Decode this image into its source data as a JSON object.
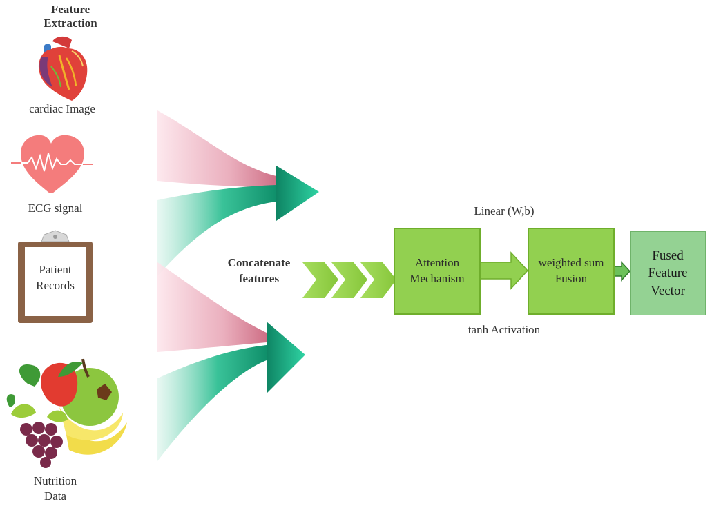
{
  "title": "Feature Extraction",
  "inputs": {
    "cardiac": "cardiac Image",
    "ecg": "ECG signal",
    "records": "Patient Records",
    "nutrition": "Nutrition Data"
  },
  "concat_label": "Concatenate features",
  "linear_label": "Linear (W,b)",
  "tanh_label": "tanh Activation",
  "attention_label": "Attention Mechanism",
  "fusion_label": "weighted sum Fusion",
  "output_label": "Fused Feature Vector",
  "colors": {
    "box_fill": "#92d050",
    "box_border": "#6fae2c",
    "output_fill": "#94d293",
    "arrow_teal": "#14a37c",
    "stream_pink": "#e7a2b3"
  }
}
